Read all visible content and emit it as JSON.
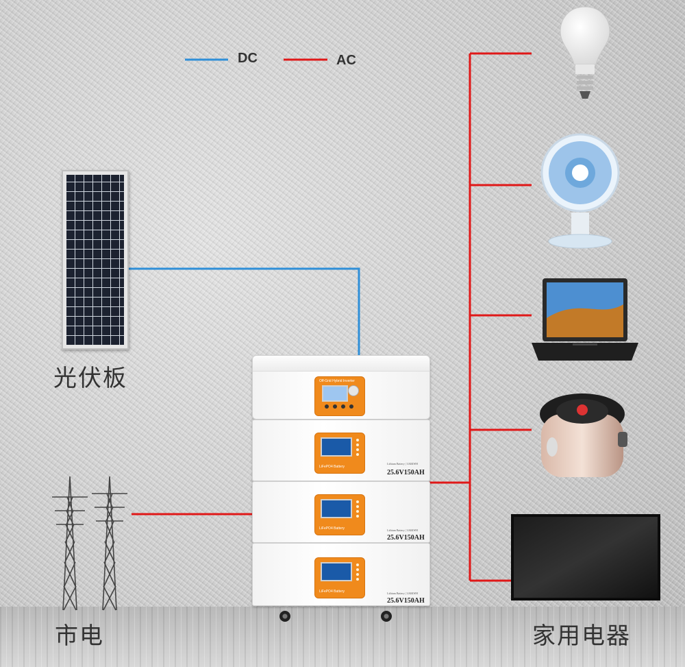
{
  "legend": {
    "dc": {
      "label": "DC",
      "color": "#2f8fd8"
    },
    "ac": {
      "label": "AC",
      "color": "#e01818"
    }
  },
  "labels": {
    "solar_panel": "光伏板",
    "grid": "市电",
    "appliances": "家用电器"
  },
  "inverter": {
    "panel_title": "Off-Grid Hybrid Inverter"
  },
  "battery_modules": [
    {
      "panel_label": "LiFePO4 Battery",
      "sub_label": "Lithium Battery | 3.84KWH",
      "model": "25.6V150AH"
    },
    {
      "panel_label": "LiFePO4 Battery",
      "sub_label": "Lithium Battery | 3.84KWH",
      "model": "25.6V150AH"
    },
    {
      "panel_label": "LiFePO4 Battery",
      "sub_label": "Lithium Battery | 3.84KWH",
      "model": "25.6V150AH"
    }
  ],
  "icons": [
    "solar-panel-icon",
    "power-tower-icon",
    "light-bulb-icon",
    "desk-fan-icon",
    "laptop-icon",
    "rice-cooker-icon",
    "television-icon"
  ]
}
